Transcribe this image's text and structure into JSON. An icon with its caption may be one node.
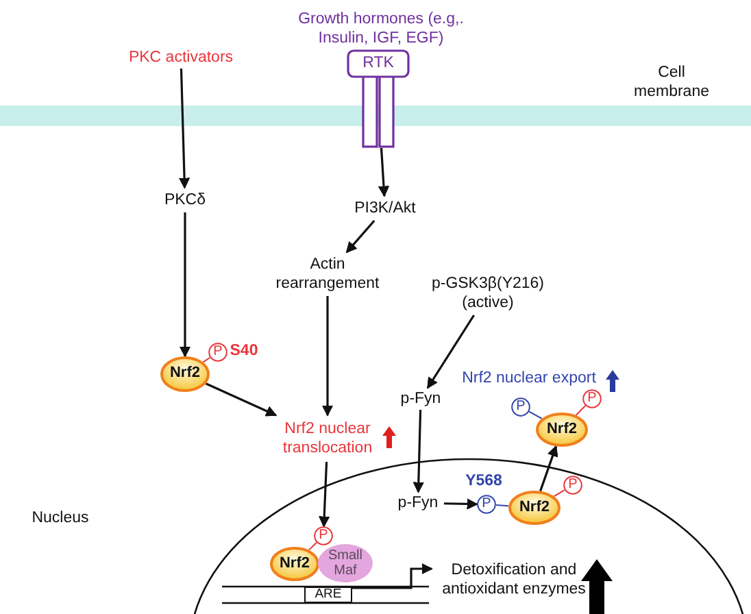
{
  "diagram": {
    "nodes": [
      {
        "text": [
          "PKC activators"
        ]
      },
      {
        "text": [
          "RTK"
        ]
      },
      {
        "text": [
          "PKCδ"
        ]
      },
      {
        "text": [
          "PI3K/Akt"
        ]
      },
      {
        "text": [
          "Actin rearrangement"
        ]
      },
      {
        "text": [
          "p-GSK3β(Y216) (active)"
        ]
      },
      {
        "text": [
          "Nrf2"
        ]
      },
      {
        "text": [
          "P"
        ]
      },
      {
        "text": [
          "Nrf2 nuclear translocation"
        ]
      },
      {
        "text": [
          "p-Fyn"
        ]
      },
      {
        "text": [
          "P"
        ]
      },
      {
        "text": [
          "Nrf2"
        ]
      },
      {
        "text": [
          "P"
        ]
      },
      {
        "text": [
          "p-Fyn"
        ]
      },
      {
        "text": [
          "P"
        ]
      },
      {
        "text": [
          "Nrf2"
        ]
      },
      {
        "text": [
          "P"
        ]
      },
      {
        "text": [
          "P"
        ]
      },
      {
        "text": [
          "Nrf2"
        ]
      },
      {
        "text": [
          "Small Maf"
        ]
      },
      {
        "text": [
          "ARE"
        ]
      },
      {
        "text": [
          "Detoxification and antioxidant enzymes"
        ]
      }
    ],
    "edges": [
      {
        "from": 0,
        "to": 2,
        "arrow": "to"
      },
      {
        "from": 1,
        "to": 3,
        "arrow": "to"
      },
      {
        "from": 3,
        "to": 4,
        "arrow": "to"
      },
      {
        "from": 2,
        "to": 6,
        "arrow": "to"
      },
      {
        "from": 6,
        "to": 7,
        "arrow": "none",
        "color": "#e8353a"
      },
      {
        "from": 4,
        "to": 8,
        "arrow": "to"
      },
      {
        "from": 6,
        "to": 8,
        "arrow": "to"
      },
      {
        "from": 5,
        "to": 9,
        "arrow": "to"
      },
      {
        "from": 9,
        "to": 13,
        "arrow": "to"
      },
      {
        "from": 13,
        "to": 14,
        "arrow": "to"
      },
      {
        "from": 14,
        "to": 15,
        "arrow": "none",
        "color": "#3344aa"
      },
      {
        "from": 15,
        "to": 16,
        "arrow": "none",
        "color": "#e8353a"
      },
      {
        "from": 15,
        "to": 11,
        "arrow": "to"
      },
      {
        "from": 10,
        "to": 11,
        "arrow": "none",
        "color": "#3344aa"
      },
      {
        "from": 11,
        "to": 12,
        "arrow": "none",
        "color": "#e8353a"
      },
      {
        "from": 8,
        "to": 17,
        "arrow": "to"
      },
      {
        "from": 17,
        "to": 18,
        "arrow": "none",
        "color": "#e8353a"
      },
      {
        "from": 20,
        "to": 21,
        "arrow": "to"
      }
    ],
    "labels": [
      "Growth hormones (e.g,. Insulin, IGF, EGF)",
      "Cell membrane",
      "S40",
      "Nrf2 nuclear export",
      "Y568",
      "Nucleus"
    ]
  }
}
